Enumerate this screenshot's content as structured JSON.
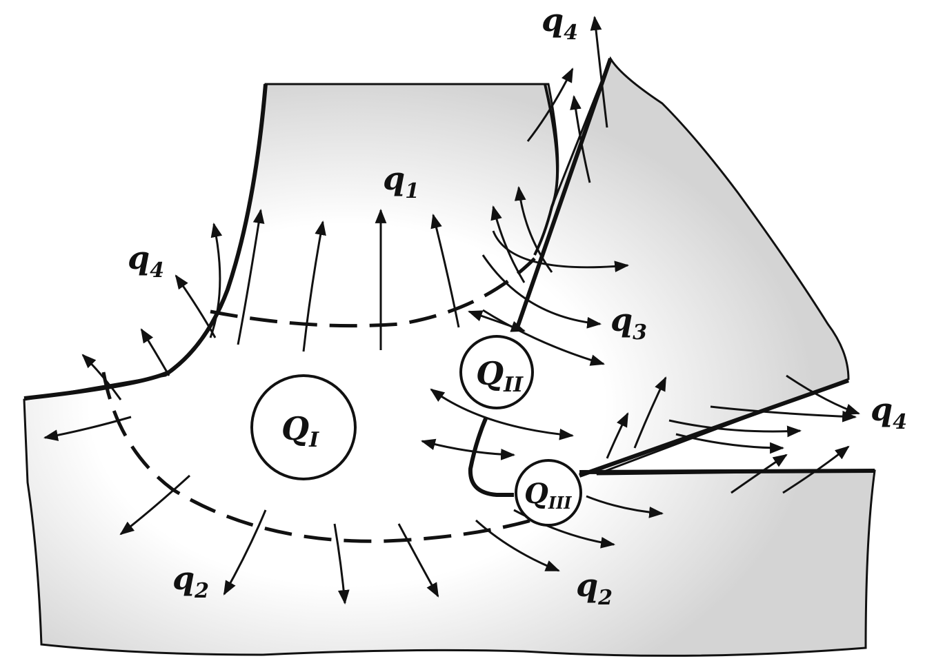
{
  "labels": {
    "q1": {
      "letter": "q",
      "sub": "1"
    },
    "q2_left": {
      "letter": "q",
      "sub": "2"
    },
    "q2_right": {
      "letter": "q",
      "sub": "2"
    },
    "q3": {
      "letter": "q",
      "sub": "3"
    },
    "q4_top": {
      "letter": "q",
      "sub": "4"
    },
    "q4_left": {
      "letter": "q",
      "sub": "4"
    },
    "q4_right": {
      "letter": "q",
      "sub": "4"
    }
  },
  "sources": {
    "QI": {
      "letter": "Q",
      "sub": "I"
    },
    "QII": {
      "letter": "Q",
      "sub": "II"
    },
    "QIII": {
      "letter": "Q",
      "sub": "III"
    }
  },
  "colors": {
    "ink": "#111111",
    "shade": "#d6d6d6",
    "paper": "#ffffff"
  }
}
